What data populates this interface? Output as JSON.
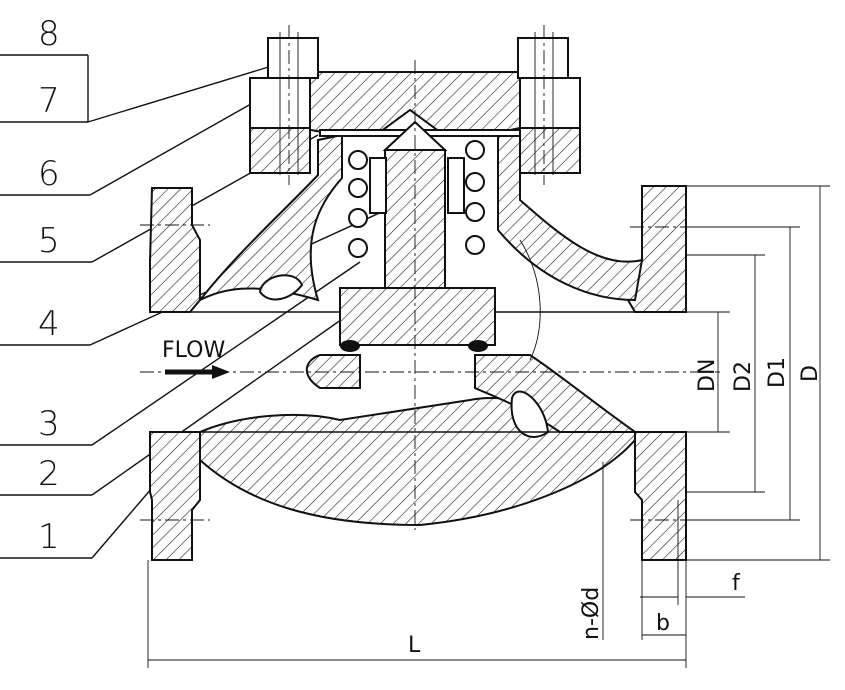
{
  "callouts": [
    "8",
    "7",
    "6",
    "5",
    "4",
    "3",
    "2",
    "1"
  ],
  "flow": {
    "label": "FLOW"
  },
  "dimensions": {
    "dn": "DN",
    "d2": "D2",
    "d1": "D1",
    "d": "D",
    "l": "L",
    "b": "b",
    "f": "f",
    "nd": "n-Ød"
  },
  "colors": {
    "line": "#111111",
    "background": "#ffffff"
  }
}
